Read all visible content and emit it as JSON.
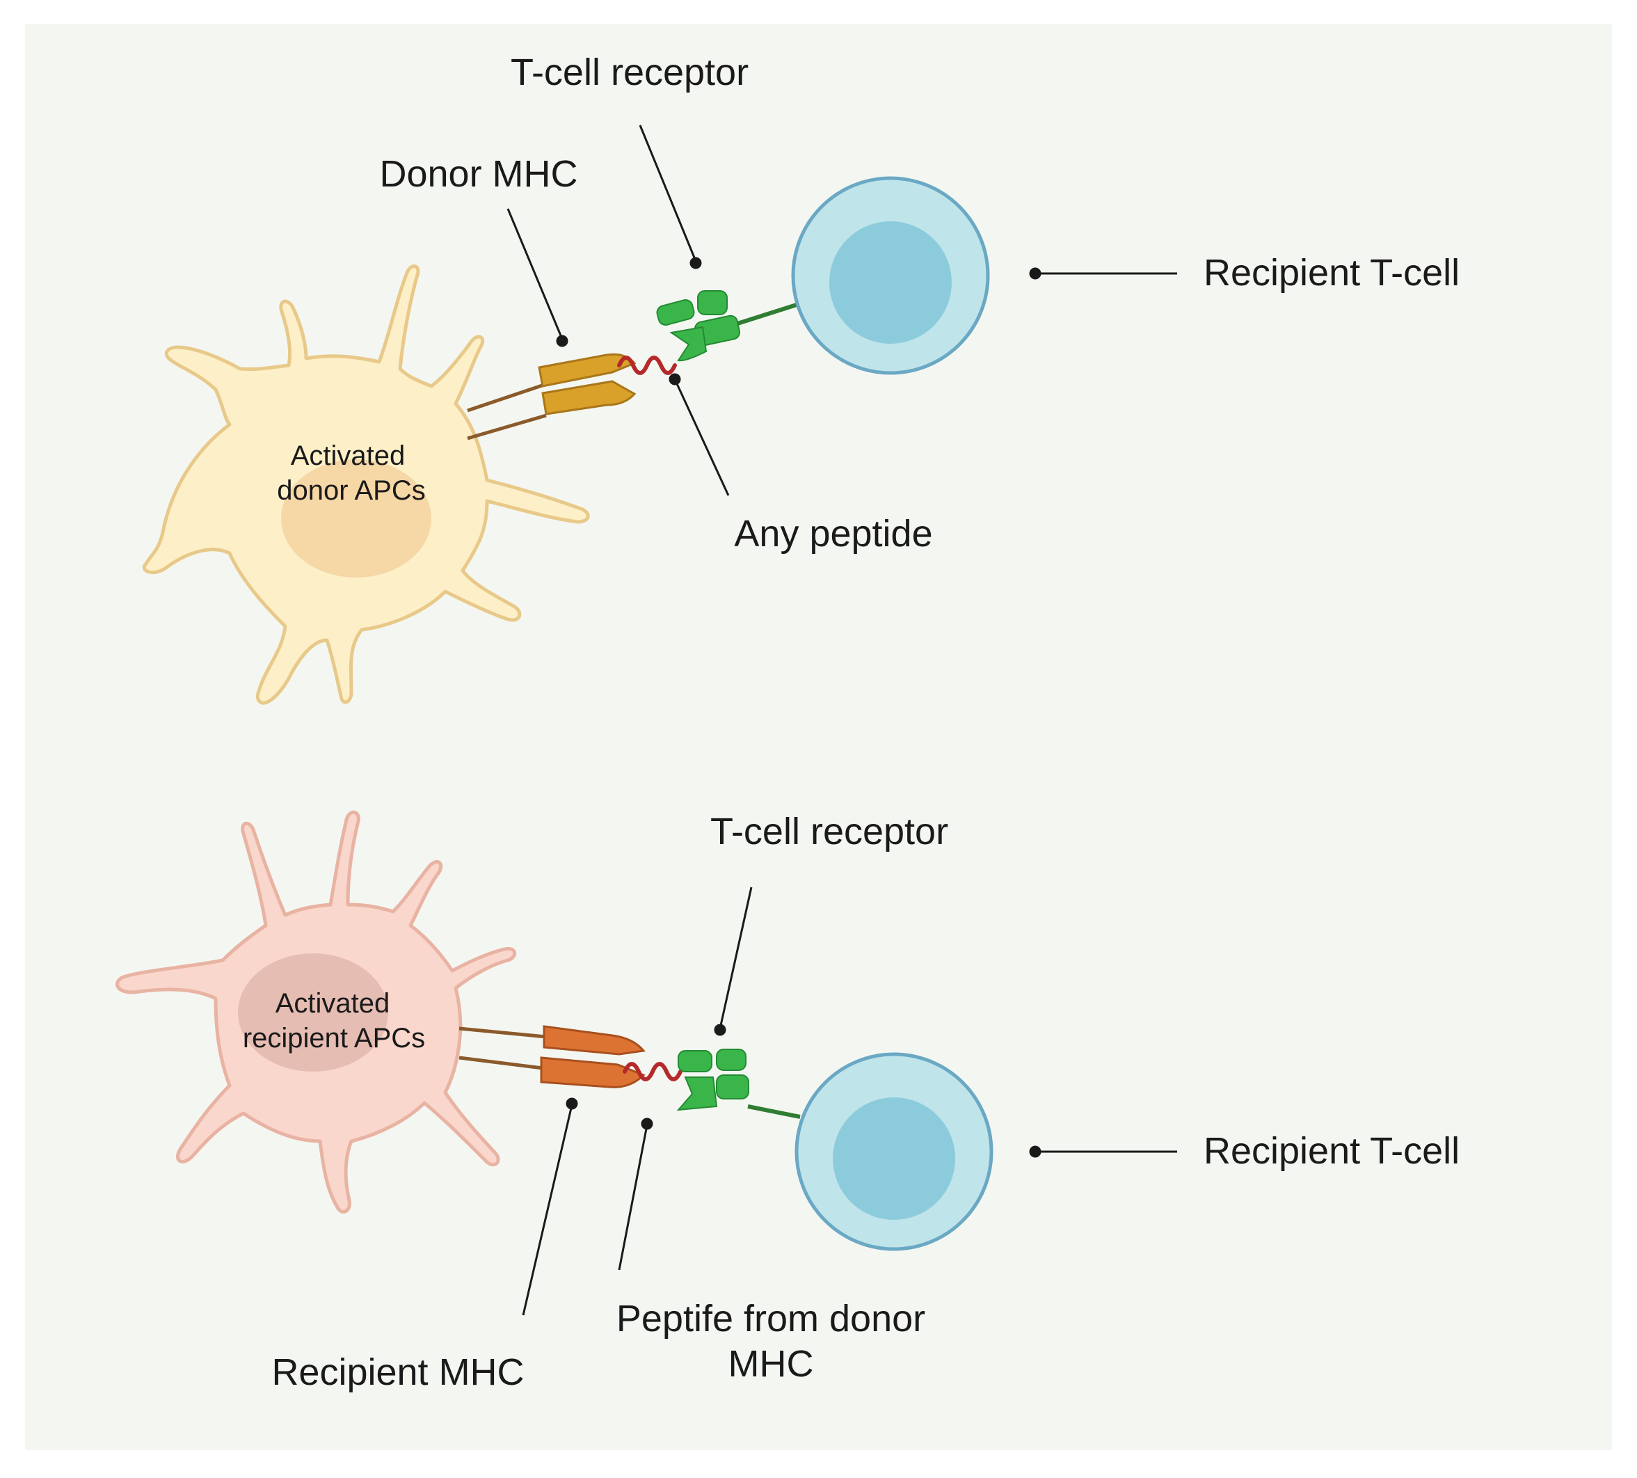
{
  "panel_top": {
    "tcr_label": "T-cell receptor",
    "mhc_label": "Donor MHC",
    "peptide_label": "Any peptide",
    "tcell_label": "Recipient T-cell",
    "apc_label_line1": "Activated",
    "apc_label_line2": "donor APCs"
  },
  "panel_bottom": {
    "tcr_label": "T-cell receptor",
    "mhc_label": "Recipient MHC",
    "peptide_label_line1": "Peptife from donor",
    "peptide_label_line2": "MHC",
    "tcell_label": "Recipient T-cell",
    "apc_label_line1": "Activated",
    "apc_label_line2": "recipient APCs"
  },
  "colors": {
    "background": "#f4f7f1",
    "donor_apc_fill": "#fdf0c8",
    "donor_apc_stroke": "#e8c98a",
    "donor_apc_nucleus": "#f5d2a0",
    "recipient_apc_fill": "#f9d7cc",
    "recipient_apc_stroke": "#e9b3a3",
    "recipient_apc_nucleus": "#e3b9ae",
    "donor_mhc": "#d9a02a",
    "recipient_mhc": "#dd7333",
    "tcr": "#3ab54a",
    "peptide": "#b42a2a",
    "tcell_outer": "#bfe4ea",
    "tcell_stroke": "#6aa8c4",
    "tcell_nucleus": "#8ccbdb"
  }
}
